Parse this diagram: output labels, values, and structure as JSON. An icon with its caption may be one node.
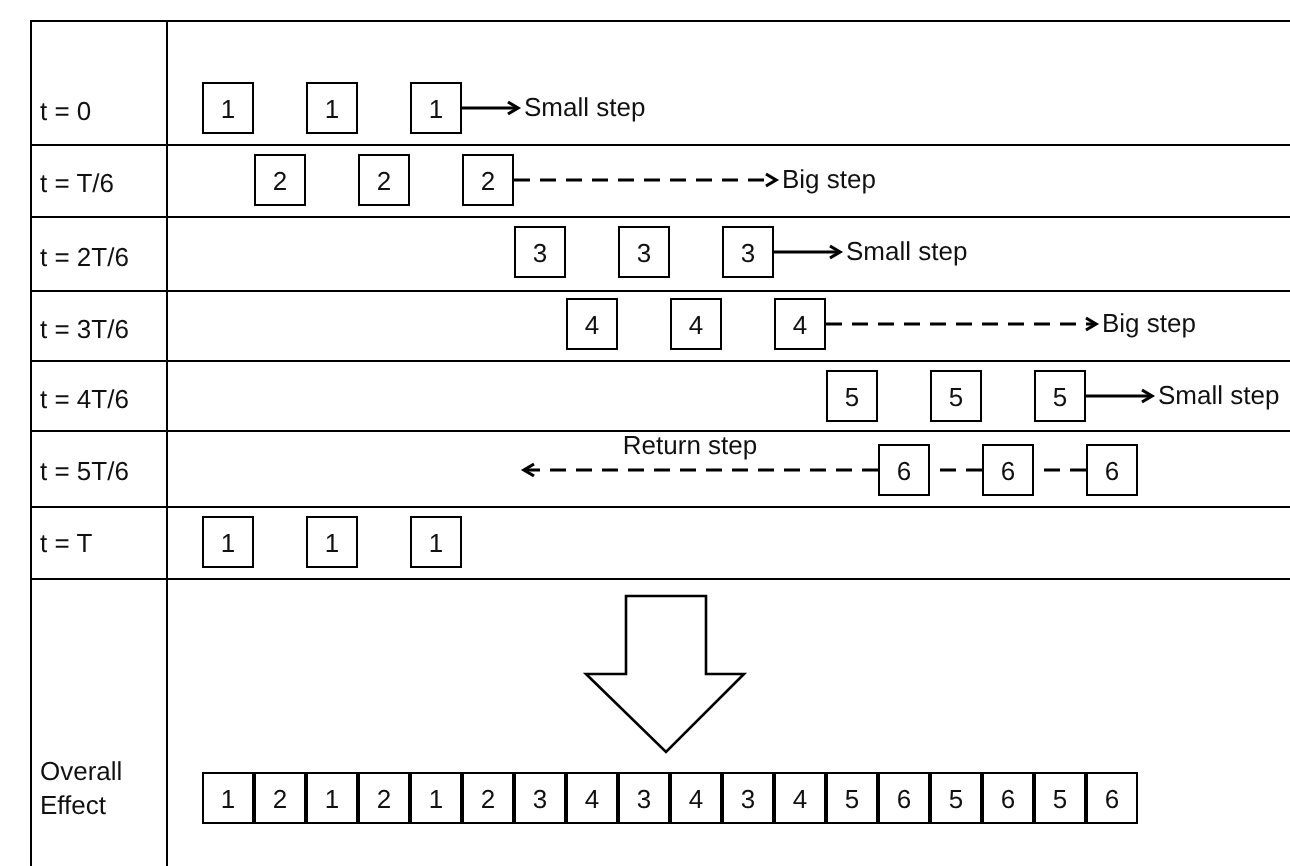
{
  "diagram": {
    "nodes": [
      {
        "text": [
          "1"
        ]
      },
      {
        "text": [
          "1"
        ]
      },
      {
        "text": [
          "1"
        ]
      },
      {
        "text": [
          "Small step"
        ]
      },
      {
        "text": [
          "2"
        ]
      },
      {
        "text": [
          "2"
        ]
      },
      {
        "text": [
          "2"
        ]
      },
      {
        "text": [
          "Big step"
        ]
      },
      {
        "text": [
          "3"
        ]
      },
      {
        "text": [
          "3"
        ]
      },
      {
        "text": [
          "3"
        ]
      },
      {
        "text": [
          "Small step"
        ]
      },
      {
        "text": [
          "4"
        ]
      },
      {
        "text": [
          "4"
        ]
      },
      {
        "text": [
          "4"
        ]
      },
      {
        "text": [
          "Big step"
        ]
      },
      {
        "text": [
          "5"
        ]
      },
      {
        "text": [
          "5"
        ]
      },
      {
        "text": [
          "5"
        ]
      },
      {
        "text": [
          "Small step"
        ]
      },
      {
        "text": [
          "6"
        ]
      },
      {
        "text": [
          "6"
        ]
      },
      {
        "text": [
          "6"
        ]
      },
      {
        "text": [
          "1"
        ]
      },
      {
        "text": [
          "1"
        ]
      },
      {
        "text": [
          "1"
        ]
      },
      {
        "text": [
          "1"
        ]
      },
      {
        "text": [
          "2"
        ]
      },
      {
        "text": [
          "1"
        ]
      },
      {
        "text": [
          "2"
        ]
      },
      {
        "text": [
          "1"
        ]
      },
      {
        "text": [
          "2"
        ]
      },
      {
        "text": [
          "3"
        ]
      },
      {
        "text": [
          "4"
        ]
      },
      {
        "text": [
          "3"
        ]
      },
      {
        "text": [
          "4"
        ]
      },
      {
        "text": [
          "3"
        ]
      },
      {
        "text": [
          "4"
        ]
      },
      {
        "text": [
          "5"
        ]
      },
      {
        "text": [
          "6"
        ]
      },
      {
        "text": [
          "5"
        ]
      },
      {
        "text": [
          "6"
        ]
      },
      {
        "text": [
          "5"
        ]
      },
      {
        "text": [
          "6"
        ]
      }
    ],
    "edges": [
      {
        "from": 2,
        "to": 3,
        "arrow": "to"
      },
      {
        "from": 6,
        "to": 7,
        "arrow": "to",
        "style": "dashed"
      },
      {
        "from": 10,
        "to": 11,
        "arrow": "to"
      },
      {
        "from": 14,
        "to": 15,
        "arrow": "to",
        "style": "dashed"
      },
      {
        "from": 18,
        "to": 19,
        "arrow": "to"
      },
      {
        "from": 22,
        "to": null,
        "arrow": "to",
        "style": "dashed",
        "label": "Return step"
      }
    ],
    "labels": [
      "t = 0",
      "t = T/6",
      "t = 2T/6",
      "t = 3T/6",
      "t = 4T/6",
      "t = 5T/6",
      "t = T",
      "Overall Effect"
    ]
  }
}
